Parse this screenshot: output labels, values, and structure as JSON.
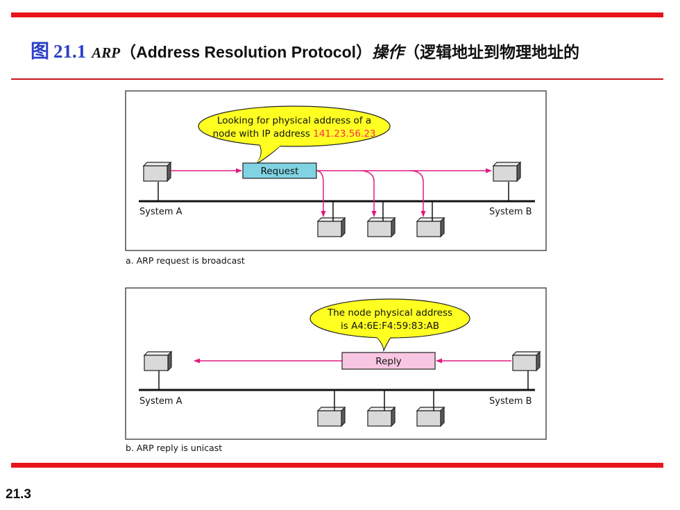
{
  "slide": {
    "figure_label": "图",
    "figure_number": "21.1",
    "title_arp": "ARP",
    "title_open_paren": "（",
    "title_protocol": "Address Resolution Protocol",
    "title_close_paren": "）",
    "title_operation": "操作",
    "title_rest": "（逻辑地址到物理地址的",
    "page_number": "21.3"
  },
  "panel_a": {
    "bubble_text_line1": "Looking for physical address of a",
    "bubble_text_line2_prefix": "node with IP address ",
    "bubble_ip": "141.23.56.23",
    "packet_label": "Request",
    "system_a_label": "System A",
    "system_b_label": "System B",
    "caption": "a. ARP request is broadcast"
  },
  "panel_b": {
    "bubble_text_line1": "The node physical address",
    "bubble_text_line2": "is A4:6E:F4:59:83:AB",
    "packet_label": "Reply",
    "system_a_label": "System A",
    "system_b_label": "System B",
    "caption": "b. ARP reply is unicast"
  },
  "colors": {
    "accent_red": "#e8141b",
    "title_blue": "#2b3fc6",
    "arrow_magenta": "#e0197d",
    "request_fill": "#7fd3e3",
    "reply_fill": "#f8c6e2",
    "bubble_fill": "#ffff22",
    "ip_color": "#ff2a55"
  }
}
